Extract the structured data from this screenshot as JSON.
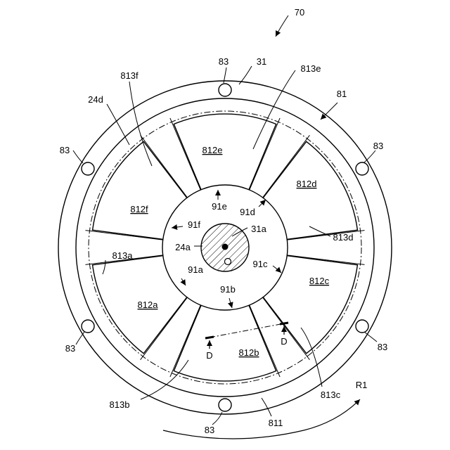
{
  "labels": {
    "l70": "70",
    "l31": "31",
    "l81": "81",
    "l83a": "83",
    "l83b": "83",
    "l83c": "83",
    "l83d": "83",
    "l83e": "83",
    "l83f": "83",
    "l813e": "813e",
    "l813f": "813f",
    "l813d": "813d",
    "l813a": "813a",
    "l813b": "813b",
    "l813c": "813c",
    "l24d": "24d",
    "l24a": "24a",
    "l31a": "31a",
    "l812a": "812a",
    "l812b": "812b",
    "l812c": "812c",
    "l812d": "812d",
    "l812e": "812e",
    "l812f": "812f",
    "l91a": "91a",
    "l91b": "91b",
    "l91c": "91c",
    "l91d": "91d",
    "l91e": "91e",
    "l91f": "91f",
    "lD1": "D",
    "lD2": "D",
    "l811": "811",
    "lR1": "R1"
  }
}
